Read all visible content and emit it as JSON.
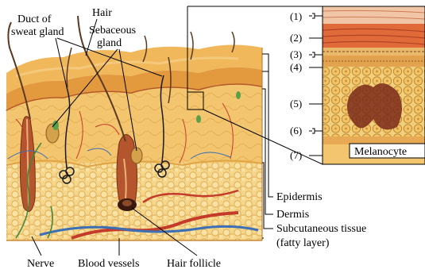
{
  "labels": {
    "duct_line1": "Duct of",
    "duct_line2": "sweat gland",
    "hair": "Hair",
    "sebaceous_line1": "Sebaceous",
    "sebaceous_line2": "gland",
    "nerve": "Nerve",
    "blood_vessels": "Blood vessels",
    "hair_follicle": "Hair follicle",
    "epidermis": "Epidermis",
    "dermis": "Dermis",
    "subcutaneous_line1": "Subcutaneous tissue",
    "subcutaneous_line2": "(fatty layer)",
    "melanocyte": "Melanocyte"
  },
  "layer_numbers": [
    "(1)",
    "(2)",
    "(3)",
    "(4)",
    "(5)",
    "(6)",
    "(7)"
  ],
  "colors": {
    "epidermis_top": "#f0b85a",
    "epidermis_side": "#e39a3f",
    "dermis": "#f3c56e",
    "fat": "#f6d68a",
    "fat_lobule": "#e8b24a",
    "blood_red": "#c43b2a",
    "blood_blue": "#3c6fb4",
    "follicle": "#b5552e",
    "inset_stratum_red": "#e06a3a",
    "inset_cells": "#eec06a",
    "inset_dark": "#7a2a1a"
  }
}
